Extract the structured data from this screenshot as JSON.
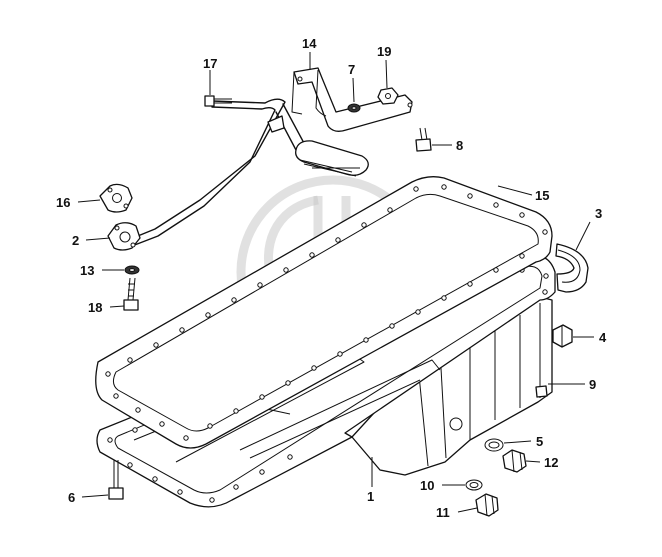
{
  "diagram": {
    "callouts": [
      {
        "id": "c1",
        "label": "1"
      },
      {
        "id": "c2",
        "label": "2"
      },
      {
        "id": "c3",
        "label": "3"
      },
      {
        "id": "c4",
        "label": "4"
      },
      {
        "id": "c5",
        "label": "5"
      },
      {
        "id": "c6",
        "label": "6"
      },
      {
        "id": "c7",
        "label": "7"
      },
      {
        "id": "c8",
        "label": "8"
      },
      {
        "id": "c9",
        "label": "9"
      },
      {
        "id": "c10",
        "label": "10"
      },
      {
        "id": "c11",
        "label": "11"
      },
      {
        "id": "c12",
        "label": "12"
      },
      {
        "id": "c13",
        "label": "13"
      },
      {
        "id": "c14",
        "label": "14"
      },
      {
        "id": "c15",
        "label": "15"
      },
      {
        "id": "c16",
        "label": "16"
      },
      {
        "id": "c17",
        "label": "17"
      },
      {
        "id": "c18",
        "label": "18"
      },
      {
        "id": "c19",
        "label": "19"
      }
    ],
    "watermark": "CP logo watermark",
    "colors": {
      "line": "#111111",
      "background": "#ffffff",
      "watermark": "#c9c9c9"
    }
  }
}
